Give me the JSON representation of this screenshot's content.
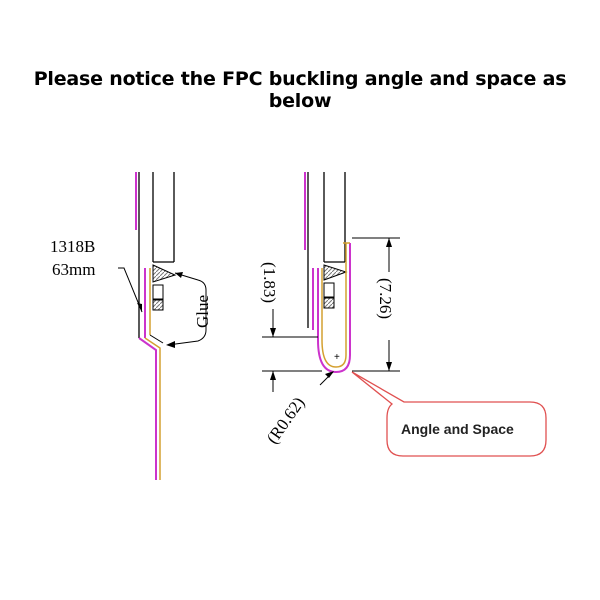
{
  "title": "Please notice the FPC buckling angle and space as below",
  "left_figure": {
    "part_number": "1318B",
    "length": "63mm",
    "glue_label": "Glue"
  },
  "right_figure": {
    "dim_gap": "(1.83)",
    "dim_height": "(7.26)",
    "dim_radius": "(R0.62)",
    "callout": "Angle and Space"
  },
  "colors": {
    "fpc_magenta": "#cc33cc",
    "fpc_gold": "#d4a030",
    "callout_border": "#e05050",
    "line": "#000000"
  }
}
